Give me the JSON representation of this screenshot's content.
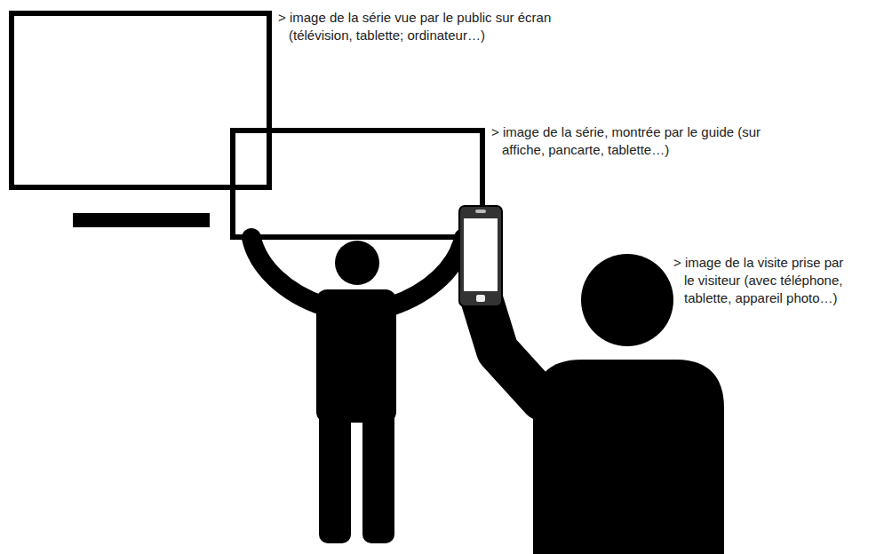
{
  "diagram": {
    "labels": [
      "> image de la série vue par le public sur écran (télévision, tablette; ordinateur…)",
      "> image de la série, montrée par le guide (sur affiche, pancarte, tablette…)",
      "> image de la visite prise par le visiteur (avec téléphone, tablette, appareil photo…)"
    ]
  }
}
